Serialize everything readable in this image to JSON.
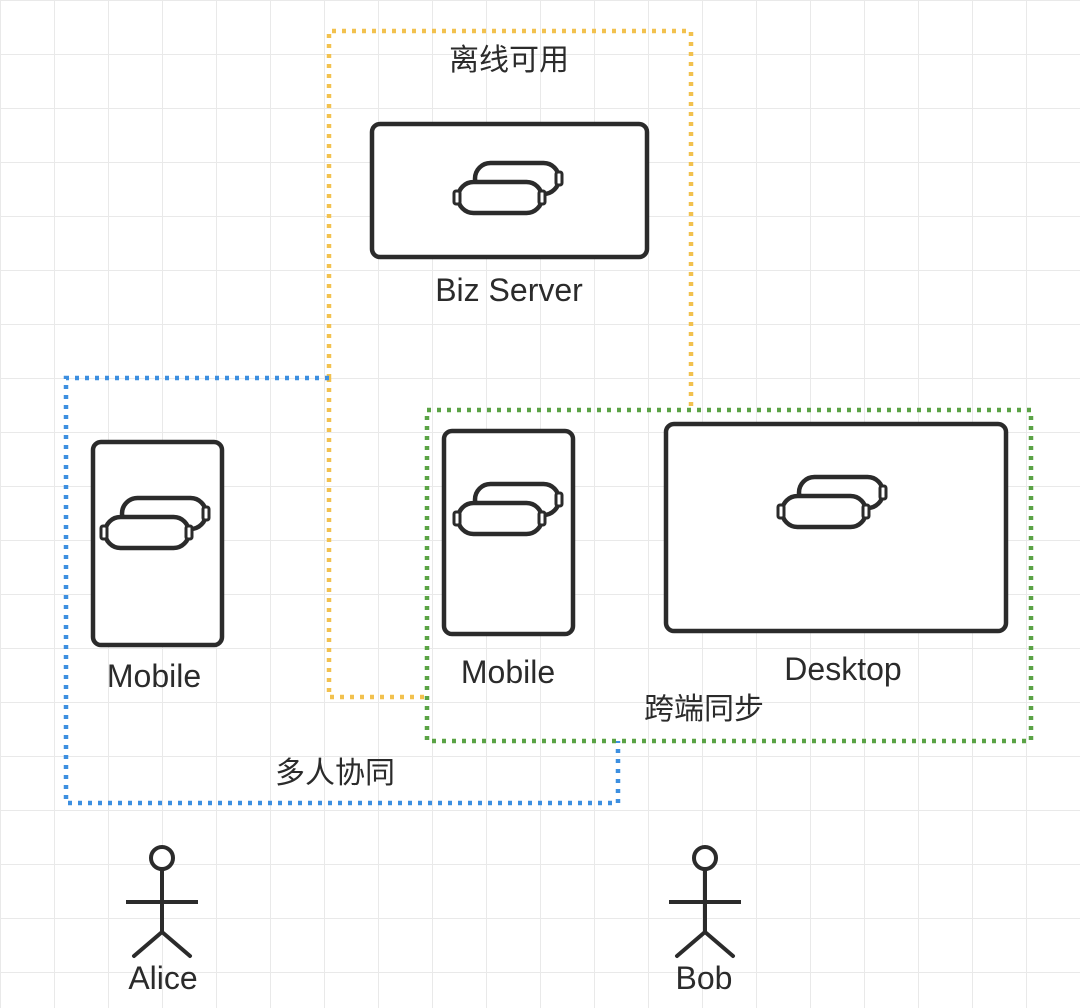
{
  "groups": {
    "offline": {
      "title": "离线可用",
      "color": "#f2c14e"
    },
    "collab": {
      "title": "多人协同",
      "color": "#3d8fe0"
    },
    "sync": {
      "title": "跨端同步",
      "color": "#5aa345"
    }
  },
  "nodes": {
    "biz_server": {
      "label": "Biz Server",
      "icon": "database-icon"
    },
    "mobile_alice": {
      "label": "Mobile",
      "icon": "database-icon"
    },
    "mobile_bob": {
      "label": "Mobile",
      "icon": "database-icon"
    },
    "desktop_bob": {
      "label": "Desktop",
      "icon": "database-icon"
    }
  },
  "actors": {
    "alice": {
      "label": "Alice",
      "icon": "person-icon"
    },
    "bob": {
      "label": "Bob",
      "icon": "person-icon"
    }
  }
}
